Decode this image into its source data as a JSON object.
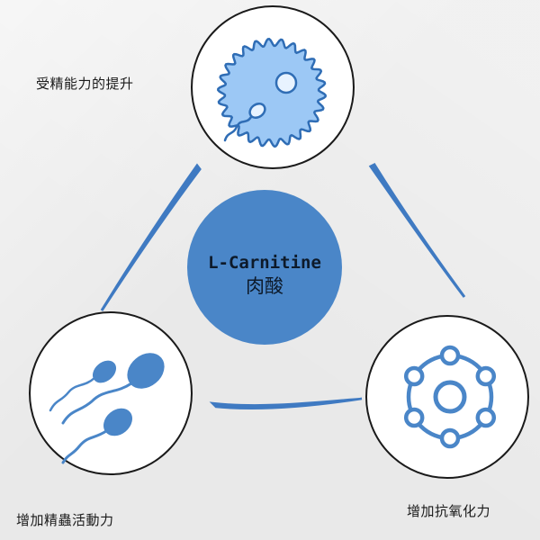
{
  "center": {
    "title": "L-Carnitine",
    "subtitle": "肉酸"
  },
  "nodes": [
    {
      "label": "受精能力的提升",
      "icon": "egg-and-sperm-icon"
    },
    {
      "label": "增加精蟲活動力",
      "icon": "sperm-cells-icon"
    },
    {
      "label": "增加抗氧化力",
      "icon": "molecule-ring-icon"
    }
  ],
  "colors": {
    "accent": "#4a86c8",
    "light_blue": "#9cc8f5",
    "stroke": "#1a1a1a",
    "background": "#e9e9e9"
  }
}
